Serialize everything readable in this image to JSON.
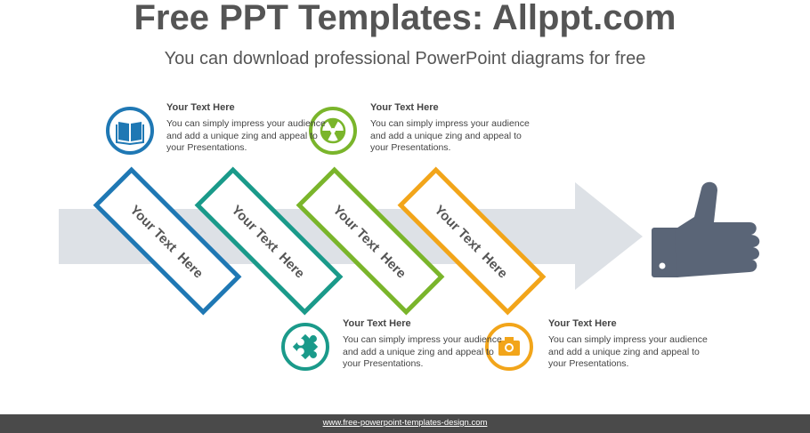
{
  "title": "Free PPT Templates: Allppt.com",
  "subtitle": "You can download professional PowerPoint diagrams for free",
  "steps": [
    {
      "label": "Your Text  Here",
      "color": "#1f78b4",
      "dark": "#15507a",
      "icon": "book-icon"
    },
    {
      "label": "Your Text  Here",
      "color": "#1a9a8a",
      "dark": "#116358",
      "icon": "puzzle-icon"
    },
    {
      "label": "Your Text  Here",
      "color": "#7ab52b",
      "dark": "#4c7418",
      "icon": "radiation-icon"
    },
    {
      "label": "Your Text  Here",
      "color": "#f2a51a",
      "dark": "#8a5c0c",
      "icon": "camera-icon"
    }
  ],
  "items": [
    {
      "heading": "Your Text Here",
      "body": "You can simply impress your audience and add a unique zing and appeal to your Presentations."
    },
    {
      "heading": "Your Text Here",
      "body": "You can simply impress your audience and add a unique zing and appeal to your Presentations."
    },
    {
      "heading": "Your Text Here",
      "body": "You can simply impress your audience and add a unique zing and appeal to your Presentations."
    },
    {
      "heading": "Your Text Here",
      "body": "You can simply impress your audience and add a unique zing and appeal to your Presentations."
    }
  ],
  "arrow_color": "#dde1e6",
  "thumb_color": "#5a6577",
  "thumb_icon": "thumbs-up-icon",
  "footer": "www.free-powerpoint-templates-design.com"
}
